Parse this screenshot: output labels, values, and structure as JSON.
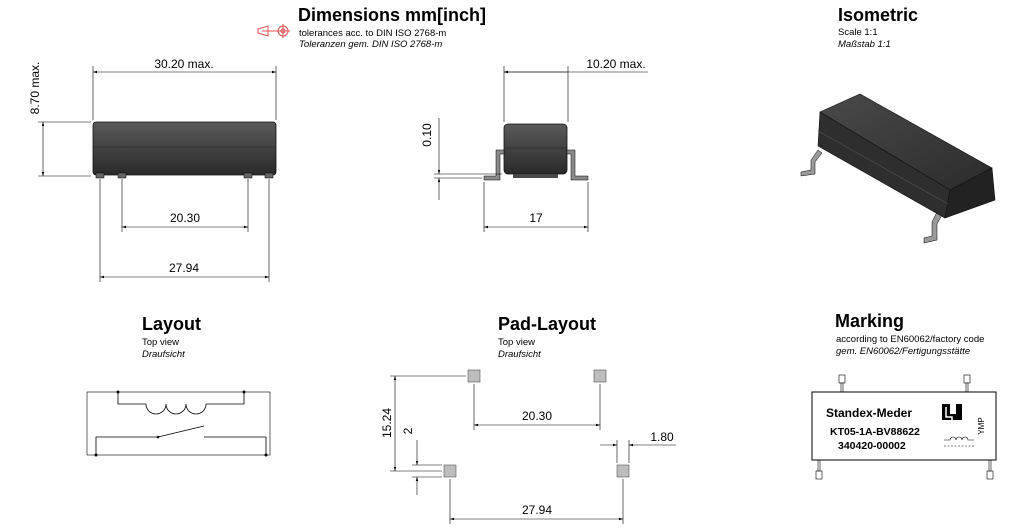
{
  "dimensions": {
    "title": "Dimensions mm[inch]",
    "tolerance_line1": "tolerances acc. to DIN ISO 2768-m",
    "tolerance_line2": "Toleranzen gem. DIN ISO 2768-m",
    "side_view": {
      "length_label": "30.20 max.",
      "height_label": "8.70 max.",
      "inner_pitch_label": "20.30",
      "outer_pitch_label": "27.94"
    },
    "end_view": {
      "width_label": "10.20 max.",
      "standoff_label": "0.10",
      "lead_span_label": "17"
    }
  },
  "isometric": {
    "title": "Isometric",
    "scale_line1": "Scale 1:1",
    "scale_line2": "Maßstab 1:1"
  },
  "layout": {
    "title": "Layout",
    "view_line1": "Top view",
    "view_line2": "Draufsicht"
  },
  "pad_layout": {
    "title": "Pad-Layout",
    "view_line1": "Top view",
    "view_line2": "Draufsicht",
    "height_label": "15.24",
    "pad_height_label": "2",
    "inner_pitch_label": "20.30",
    "pad_width_label": "1.80",
    "outer_pitch_label": "27.94"
  },
  "marking": {
    "title": "Marking",
    "note_line1": "according to EN60062/factory code",
    "note_line2": "gem. EN60062/Fertigungsstätte",
    "brand": "Standex-Meder",
    "part_number": "KT05-1A-BV88622",
    "lot_code": "340420-00002",
    "side_code": "YMP"
  },
  "colors": {
    "tolerance_symbol": "#e05050",
    "body_dark": "#3a3a3a",
    "pad_fill": "#bdbdbd"
  }
}
